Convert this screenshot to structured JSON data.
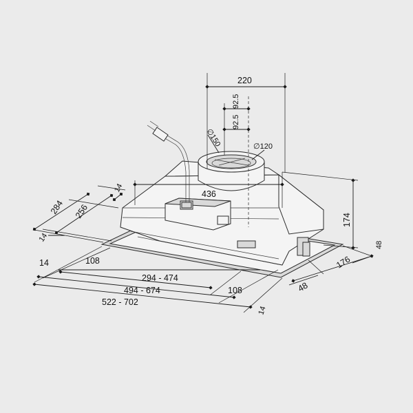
{
  "dimensions": {
    "duct_spacing": "220",
    "offset_a": "92.5",
    "offset_b": "92.5",
    "diameter_150": "∅150",
    "diameter_120": "∅120",
    "depth_436": "436",
    "left_14_top": "14",
    "depth_284": "284",
    "depth_256": "256",
    "left_14_mid": "14",
    "height_174": "174",
    "right_48_top": "48",
    "left_14_low": "14",
    "width_108_left": "108",
    "width_294_474": "294 - 474",
    "right_176": "176",
    "width_494_674": "494 - 674",
    "width_108_right": "108",
    "right_48_low": "48",
    "width_522_702": "522 - 702",
    "right_14_low": "14"
  }
}
